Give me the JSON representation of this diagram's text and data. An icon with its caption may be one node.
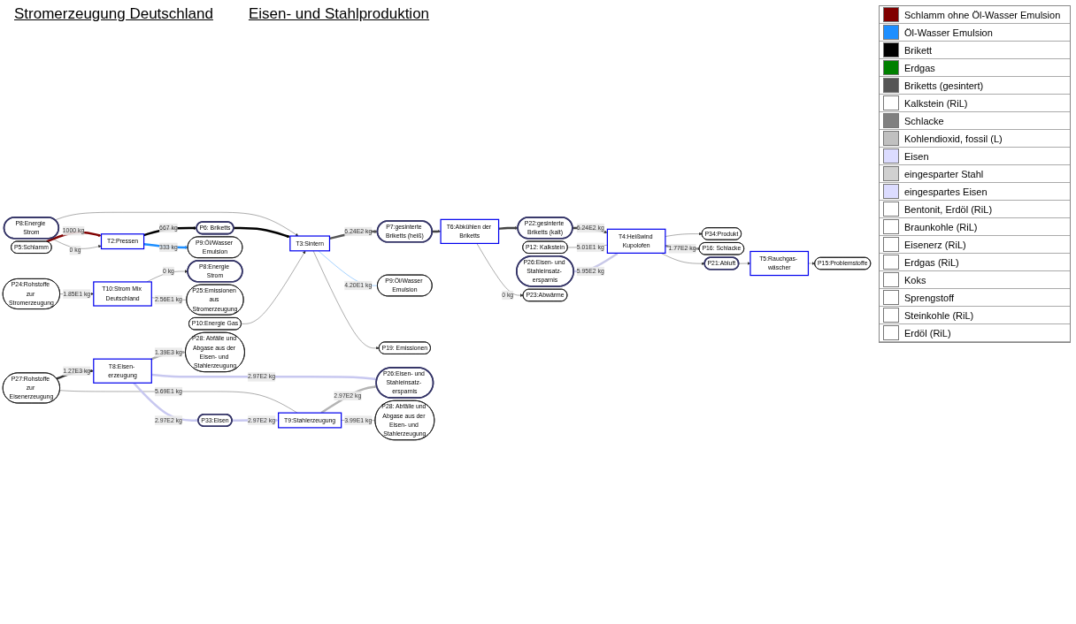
{
  "diagram": {
    "nodes": [
      {
        "text": [
          "P8:Energie Strom"
        ]
      },
      {
        "text": [
          "P10:Energie Gas"
        ]
      },
      {
        "text": [
          "P12: Kalkstein"
        ]
      },
      {
        "text": [
          "P26:Eisen- und Stahleinsatz- ersparnis"
        ]
      },
      {
        "text": [
          "P5:Schlamm"
        ]
      },
      {
        "text": [
          "T2:Pressen"
        ]
      },
      {
        "text": [
          "P6: Briketts"
        ]
      },
      {
        "text": [
          "T3:Sintern"
        ]
      },
      {
        "text": [
          "P7:gesinterte Briketts (heiß)"
        ]
      },
      {
        "text": [
          "T6:Abkühlen der Briketts"
        ]
      },
      {
        "text": [
          "P22:gesinterte Briketts (kalt)"
        ]
      },
      {
        "text": [
          "T4:Heißwind Kupolofen"
        ]
      },
      {
        "text": [
          "P34:Produkt"
        ]
      },
      {
        "text": [
          "P9:Öl/Wasser Emulsion"
        ]
      },
      {
        "text": [
          "P9:Öl/Wasser Emulsion"
        ]
      },
      {
        "text": [
          "P19: Emissionen"
        ]
      },
      {
        "text": [
          "P23:Abwärme"
        ]
      },
      {
        "text": [
          "P16: Schlacke"
        ]
      },
      {
        "text": [
          "P21:Abluft"
        ]
      },
      {
        "text": [
          "T5:Rauchgas- wäscher"
        ]
      },
      {
        "text": [
          "P15:Problemstoffe"
        ]
      },
      {
        "text": [
          "P24:Rohstoffe zur Stromerzeugung"
        ]
      },
      {
        "text": [
          "T10:Strom Mix Deutschland"
        ]
      },
      {
        "text": [
          "P8:Energie Strom"
        ]
      },
      {
        "text": [
          "P25:Emissionen aus Stromerzeugung"
        ]
      },
      {
        "text": [
          "P27:Rohstoffe zur Eisenerzeugung"
        ]
      },
      {
        "text": [
          "T8:Eisen- erzeugung"
        ]
      },
      {
        "text": [
          "P33:Eisen"
        ]
      },
      {
        "text": [
          "T9:Stahlerzeugung"
        ]
      },
      {
        "text": [
          "P28: Abfälle und Abgase aus der Eisen- und Stahlerzeugung"
        ]
      },
      {
        "text": [
          "P26:Eisen- und Stahleinsatz- ersparnis"
        ]
      },
      {
        "text": [
          "P28: Abfälle und Abgase aus der Eisen- und Stahlerzeugung"
        ]
      }
    ],
    "edges": [
      {
        "from": 4,
        "to": 5,
        "arrow": "to",
        "label": "1000 kg",
        "style": "thick",
        "color": "#800000"
      },
      {
        "from": 0,
        "to": 5,
        "arrow": "to",
        "label": "0 kg"
      },
      {
        "from": 5,
        "to": 6,
        "arrow": "to",
        "label": "667 kg",
        "style": "thick",
        "color": "#000000"
      },
      {
        "from": 5,
        "to": 13,
        "arrow": "to",
        "label": "333 kg",
        "style": "thick",
        "color": "#1e8fff"
      },
      {
        "from": 0,
        "to": 7,
        "arrow": "to"
      },
      {
        "from": 6,
        "to": 7,
        "arrow": "to",
        "style": "thick",
        "color": "#000000"
      },
      {
        "from": 1,
        "to": 7,
        "arrow": "to"
      },
      {
        "from": 7,
        "to": 8,
        "arrow": "to",
        "label": "6.24E2 kg",
        "style": "thick",
        "color": "#555555"
      },
      {
        "from": 7,
        "to": 14,
        "arrow": "none",
        "label": "4.20E1 kg",
        "color": "#1e8fff"
      },
      {
        "from": 7,
        "to": 15,
        "arrow": "to"
      },
      {
        "from": 8,
        "to": 9,
        "arrow": "to",
        "style": "thick",
        "color": "#444444"
      },
      {
        "from": 9,
        "to": 10,
        "arrow": "to",
        "style": "thick",
        "color": "#444444"
      },
      {
        "from": 9,
        "to": 16,
        "arrow": "to",
        "label": "0 kg"
      },
      {
        "from": 10,
        "to": 11,
        "arrow": "to",
        "label": "6.24E2 kg",
        "style": "thick",
        "color": "#444444"
      },
      {
        "from": 2,
        "to": 11,
        "arrow": "none",
        "label": "5.01E1 kg"
      },
      {
        "from": 3,
        "to": 11,
        "arrow": "to",
        "label": "5.95E2 kg",
        "style": "thick",
        "color": "#c8c8e8"
      },
      {
        "from": 11,
        "to": 12,
        "arrow": "to"
      },
      {
        "from": 11,
        "to": 17,
        "arrow": "none",
        "label": "1.77E2 kg",
        "style": "thick",
        "color": "#808080"
      },
      {
        "from": 11,
        "to": 18,
        "arrow": "to"
      },
      {
        "from": 18,
        "to": 19,
        "arrow": "to"
      },
      {
        "from": 19,
        "to": 20,
        "arrow": "to"
      },
      {
        "from": 21,
        "to": 22,
        "arrow": "to",
        "label": "1.85E1 kg"
      },
      {
        "from": 22,
        "to": 23,
        "arrow": "to",
        "label": "0 kg"
      },
      {
        "from": 22,
        "to": 24,
        "arrow": "none",
        "label": "2.56E1 kg"
      },
      {
        "from": 25,
        "to": 26,
        "arrow": "to",
        "label": "1.27E3 kg",
        "style": "thick"
      },
      {
        "from": 25,
        "to": 28,
        "arrow": "none",
        "label": "5.69E1 kg"
      },
      {
        "from": 26,
        "to": 27,
        "arrow": "to",
        "label": "2.97E2 kg",
        "style": "thick",
        "color": "#c8c8f0"
      },
      {
        "from": 27,
        "to": 28,
        "arrow": "to",
        "label": "2.97E2 kg",
        "style": "thick",
        "color": "#c8c8f0"
      },
      {
        "from": 26,
        "to": 29,
        "arrow": "to",
        "label": "1.39E3 kg",
        "style": "thick",
        "color": "#a8a8a8"
      },
      {
        "from": 26,
        "to": 30,
        "arrow": "to",
        "label": "2.97E2 kg",
        "style": "thick",
        "color": "#c8c8f0"
      },
      {
        "from": 28,
        "to": 30,
        "arrow": "to",
        "label": "2.97E2 kg",
        "style": "thick",
        "color": "#b4b4b4"
      },
      {
        "from": 28,
        "to": 31,
        "arrow": "none",
        "label": "3.99E1 kg"
      }
    ],
    "labels": [
      "Stromerzeugung Deutschland",
      "Eisen- und Stahlproduktion"
    ],
    "legend": [
      {
        "text": "Schlamm ohne Öl-Wasser Emulsion",
        "color": "#800000"
      },
      {
        "text": "Öl-Wasser Emulsion",
        "color": "#1e8fff"
      },
      {
        "text": "Brikett",
        "color": "#000000"
      },
      {
        "text": "Erdgas",
        "color": "#008000"
      },
      {
        "text": "Briketts (gesintert)",
        "color": "#555555"
      },
      {
        "text": "Kalkstein (RiL)",
        "color": "#ffffff"
      },
      {
        "text": "Schlacke",
        "color": "#808080"
      },
      {
        "text": "Kohlendioxid, fossil (L)",
        "color": "#c0c0c0"
      },
      {
        "text": "Eisen",
        "color": "#dcdcff"
      },
      {
        "text": "eingesparter Stahl",
        "color": "#d0d0d0"
      },
      {
        "text": "eingespartes Eisen",
        "color": "#dcdcff"
      },
      {
        "text": "Bentonit, Erdöl (RiL)",
        "color": "#ffffff"
      },
      {
        "text": "Braunkohle (RiL)",
        "color": "#ffffff"
      },
      {
        "text": "Eisenerz (RiL)",
        "color": "#ffffff"
      },
      {
        "text": "Erdgas (RiL)",
        "color": "#ffffff"
      },
      {
        "text": "Koks",
        "color": "#ffffff"
      },
      {
        "text": "Sprengstoff",
        "color": "#ffffff"
      },
      {
        "text": "Steinkohle (RiL)",
        "color": "#ffffff"
      },
      {
        "text": "Erdöl (RiL)",
        "color": "#ffffff"
      }
    ]
  }
}
